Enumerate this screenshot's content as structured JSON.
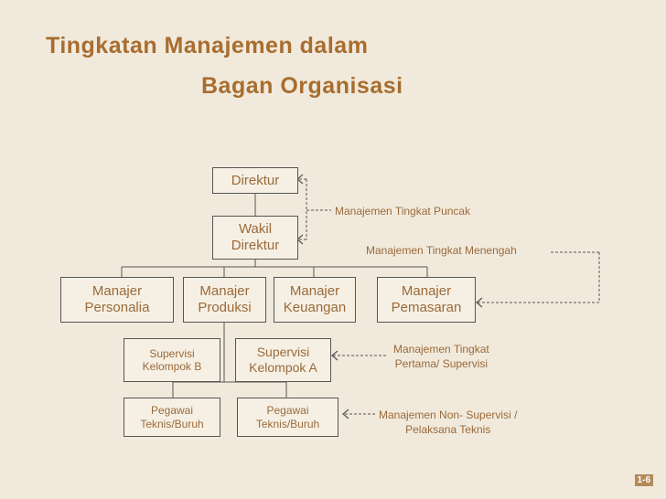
{
  "title": {
    "line1": "Tingkatan Manajemen dalam",
    "line2": "Bagan Organisasi"
  },
  "boxes": {
    "direktur": "Direktur",
    "wakil": "Wakil\nDirektur",
    "personalia": "Manajer\nPersonalia",
    "produksi": "Manajer\nProduksi",
    "keuangan": "Manajer\nKeuangan",
    "pemasaran": "Manajer\nPemasaran",
    "supervisi_b": "Supervisi\nKelompok B",
    "supervisi_a": "Supervisi\nKelompok A",
    "pegawai_b": "Pegawai\nTeknis/Buruh",
    "pegawai_a": "Pegawai\nTeknis/Buruh"
  },
  "annotations": {
    "puncak": "Manajemen Tingkat Puncak",
    "menengah": "Manajemen Tingkat Menengah",
    "pertama": "Manajemen Tingkat\nPertama/ Supervisi",
    "non_supervisi": "Manajemen Non- Supervisi /\nPelaksana Teknis"
  },
  "colors": {
    "title": "#a86d2f",
    "text": "#9a6a3a",
    "background": "#f1eadc",
    "lines": "#555555"
  },
  "slide_number": "1-6"
}
